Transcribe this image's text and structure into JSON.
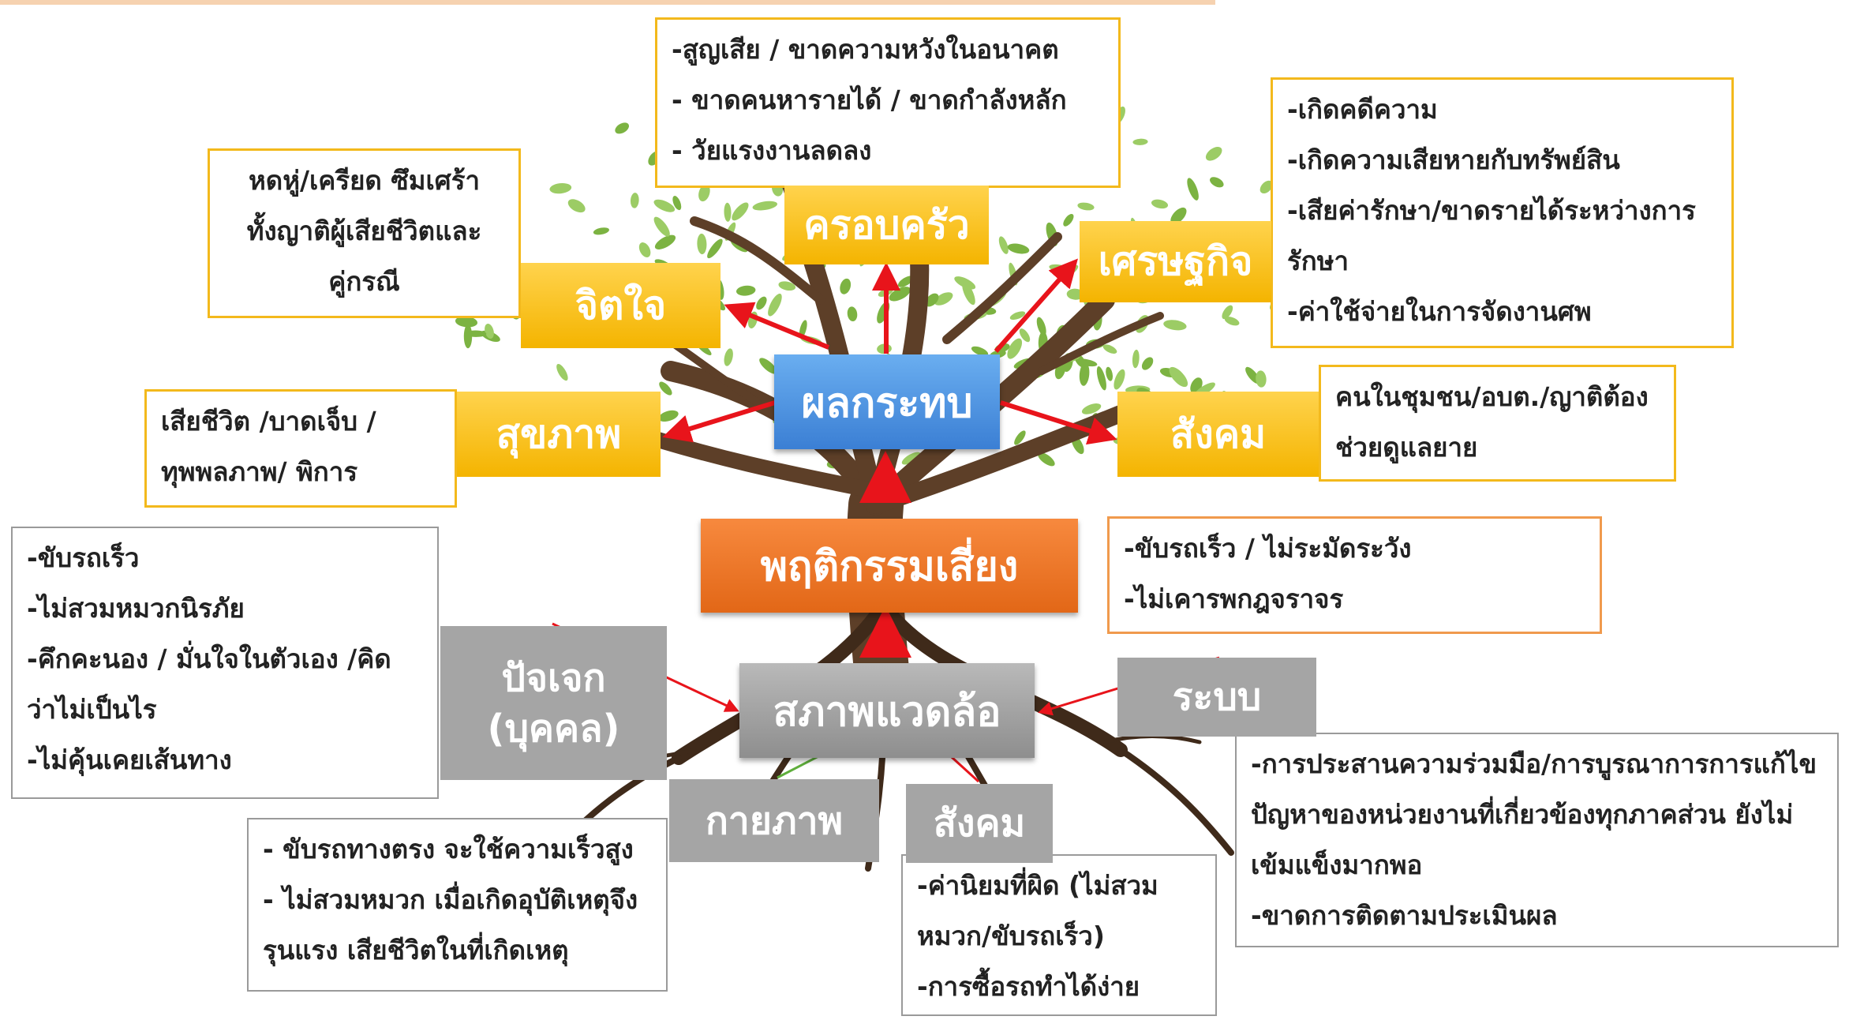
{
  "center_nodes": {
    "impact": "ผลกระทบ",
    "risk_behavior": "พฤติกรรมเสี่ยง",
    "environment": "สภาพแวดล้อ"
  },
  "impacts": {
    "family": {
      "label": "ครอบครัว",
      "notes": [
        "-สูญเสีย / ขาดความหวังในอนาคต",
        "- ขาดคนหารายได้ / ขาดกำลังหลัก",
        "- วัยแรงงานลดลง"
      ]
    },
    "mind": {
      "label": "จิตใจ",
      "notes": [
        "หดหู่/เครียด ซึมเศร้า",
        "ทั้งญาติผู้เสียชีวิตและ",
        "คู่กรณี"
      ]
    },
    "economy": {
      "label": "เศรษฐกิจ",
      "notes": [
        "-เกิดคดีความ",
        "-เกิดความเสียหายกับทรัพย์สิน",
        "-เสียค่ารักษา/ขาดรายได้ระหว่างการ",
        "รักษา",
        "-ค่าใช้จ่ายในการจัดงานศพ"
      ]
    },
    "health": {
      "label": "สุขภาพ",
      "notes": [
        "เสียชีวิต /บาดเจ็บ /",
        "ทุพพลภาพ/ พิการ"
      ]
    },
    "society": {
      "label": "สังคม",
      "notes": [
        "คนในชุมชน/อบต./ญาติต้อง",
        "ช่วยดูแลยาย"
      ]
    }
  },
  "risk_behavior_notes": [
    "-ขับรถเร็ว / ไม่ระมัดระวัง",
    "-ไม่เคารพกฎจราจร"
  ],
  "causes": {
    "individual": {
      "label_line1": "ปัจเจก",
      "label_line2": "(บุคคล)",
      "notes": [
        "-ขับรถเร็ว",
        "-ไม่สวมหมวกนิรภัย",
        "-คึกคะนอง / มั่นใจในตัวเอง /คิด",
        "ว่าไม่เป็นไร",
        "-ไม่คุ้นเคยเส้นทาง"
      ]
    },
    "system": {
      "label": "ระบบ",
      "notes": [
        "-การประสานความร่วมมือ/การบูรณาการการแก้ไข",
        "ปัญหาของหน่วยงานที่เกี่ยวข้องทุกภาคส่วน ยังไม่",
        "เข้มแข็งมากพอ",
        "-ขาดการติดตามประเมินผล"
      ]
    },
    "physical": {
      "label": "กายภาพ",
      "notes": [
        "- ขับรถทางตรง จะใช้ความเร็วสูง",
        "- ไม่สวมหมวก เมื่อเกิดอุบัติเหตุจึง",
        "รุนแรง เสียชีวิตในที่เกิดเหตุ"
      ]
    },
    "social": {
      "label": "สังคม",
      "notes": [
        "-ค่านิยมที่ผิด (ไม่สวม",
        "หมวก/ขับรถเร็ว)",
        "-การซื้อรถทำได้ง่าย"
      ]
    }
  },
  "colors": {
    "arrow_red": "#e8141b",
    "arrow_green": "#5fae3c",
    "leaf_green": "#7cb342",
    "trunk_brown": "#5d3f28",
    "note_border_gold": "#f3b91c",
    "note_border_grey": "#9a9a9a",
    "note_border_orange": "#f09a4d"
  }
}
